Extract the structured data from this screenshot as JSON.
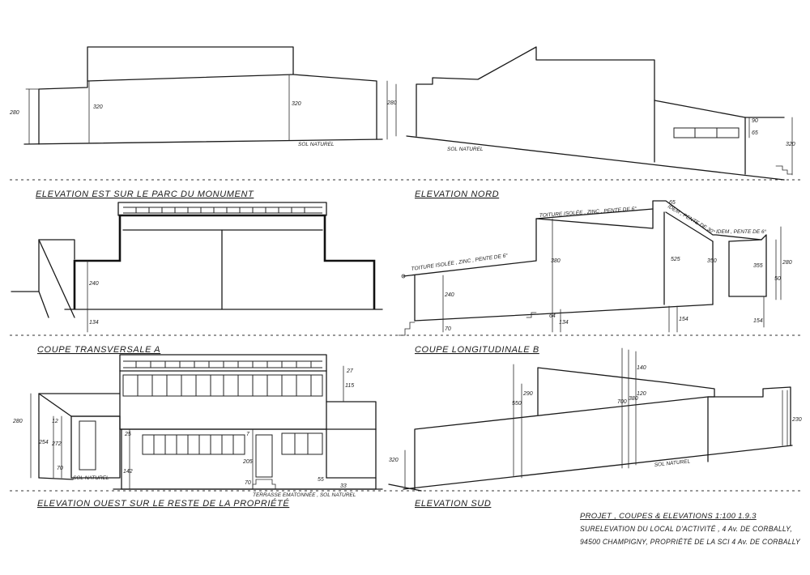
{
  "views": {
    "est": {
      "title": "ELEVATION EST SUR LE PARC DU MONUMENT",
      "dims": {
        "left_height": "280",
        "inner_left": "320",
        "inner_right": "320"
      },
      "ground": "SOL NATUREL"
    },
    "nord": {
      "title": "ELEVATION NORD",
      "dims": {
        "left_height": "280",
        "right_height": "320",
        "d90": "90",
        "d65": "65"
      },
      "ground": "SOL NATUREL"
    },
    "coupe_a": {
      "title": "COUPE TRANSVERSALE A",
      "dims": {
        "d240": "240",
        "d134": "134"
      }
    },
    "coupe_b": {
      "title": "COUPE LONGITUDINALE B",
      "notes": {
        "roof_left": "TOITURE ISOLÉE , ZINC , PENTE DE 6°",
        "roof_mid": "TOITURE ISOLÉE , ZINC , PENTE DE 6°",
        "roof_right": "IDEM , PENTE DE 30°",
        "roof_far": "IDEM , PENTE DE 6°"
      },
      "dims": {
        "d240": "240",
        "d70": "70",
        "d64": "64",
        "d134": "134",
        "d380": "380",
        "d525": "525",
        "d350": "350",
        "d355": "355",
        "d280": "280",
        "d50": "50",
        "d154a": "154",
        "d154b": "154",
        "d65": "65"
      }
    },
    "ouest": {
      "title": "ELEVATION OUEST SUR LE RESTE DE LA PROPRIÉTÉ",
      "dims": {
        "d280": "280",
        "d254": "254",
        "d272": "272",
        "d12": "12",
        "d25": "25",
        "d115": "115",
        "d27": "27",
        "d142": "142",
        "d205": "205",
        "d70a": "70",
        "d70b": "70",
        "d55": "55",
        "d33": "33",
        "d7": "7"
      },
      "notes": {
        "ground_left": "SOL NATUREL",
        "terrace": "TERRASSE EMATONNÉE , SOL NATUREL"
      }
    },
    "sud": {
      "title": "ELEVATION SUD",
      "dims": {
        "d320": "320",
        "d550": "550",
        "d290": "290",
        "d700": "700",
        "d380": "380",
        "d120": "120",
        "d140": "140",
        "d230": "230"
      },
      "ground": "SOL NATUREL"
    }
  },
  "cartouche": {
    "line1": "PROJET , COUPES & ELEVATIONS 1:100    1.9.3",
    "line2": "SURELEVATION DU LOCAL D'ACTIVITÉ , 4 Av. DE CORBALLY,",
    "line3": "94500 CHAMPIGNY, PROPRIÉTÉ DE LA SCI 4 Av. DE CORBALLY"
  }
}
